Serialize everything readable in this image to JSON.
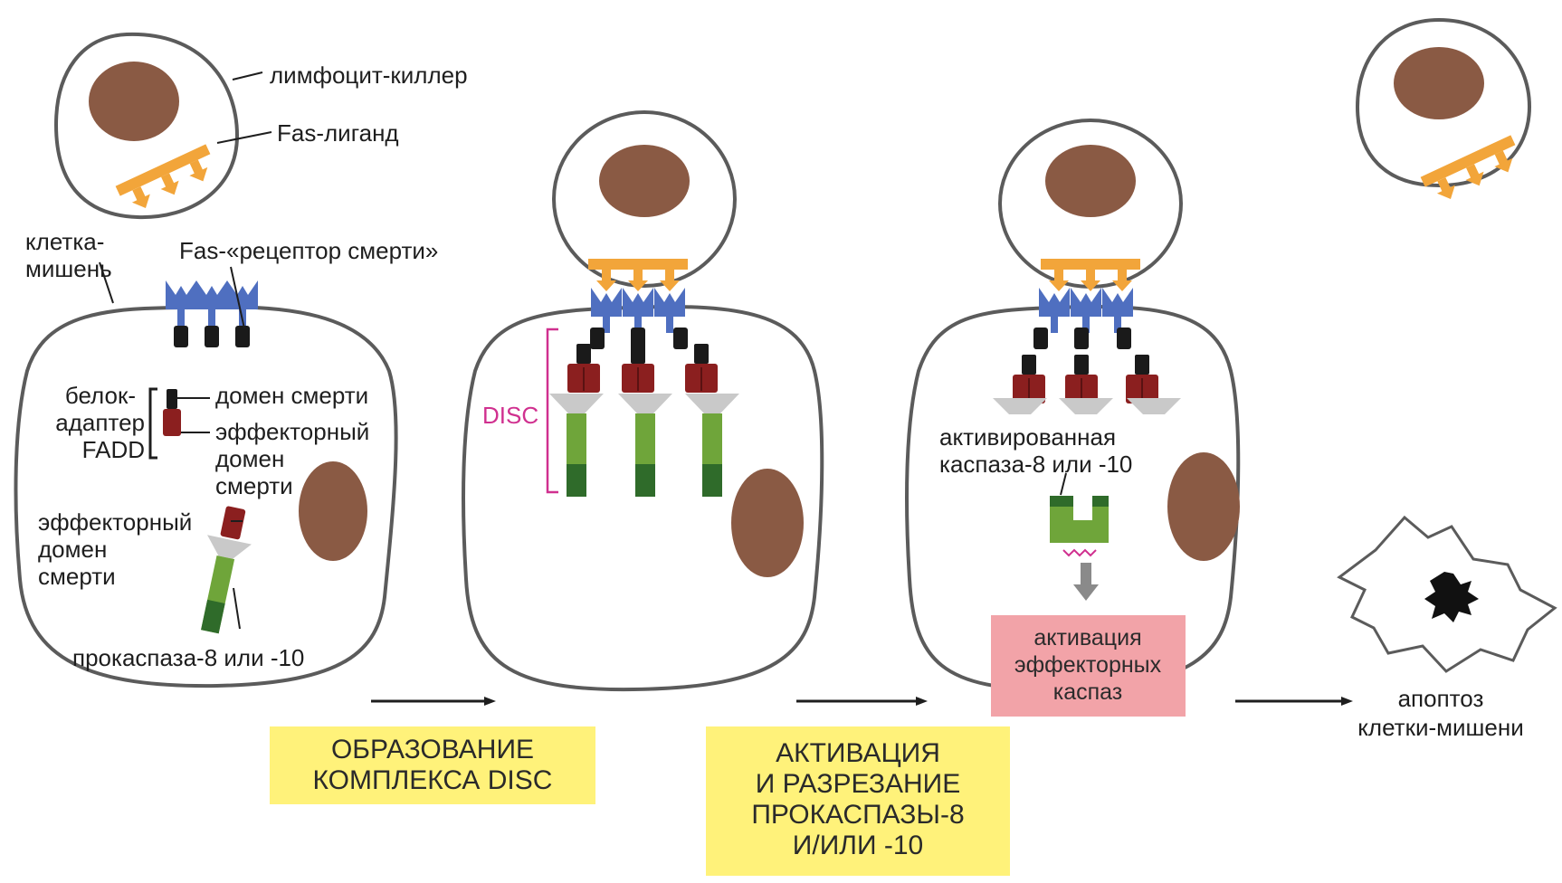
{
  "labels": {
    "killer": "лимфоцит-киллер",
    "fas_ligand": "Fas-лиганд",
    "target_line1": "клетка-",
    "target_line2": "мишень",
    "fas_receptor": "Fas-«рецептор смерти»",
    "adapter_line1": "белок-",
    "adapter_line2": "адаптер",
    "adapter_line3": "FADD",
    "death_domain": "домен смерти",
    "effector_dd_line1": "эффекторный",
    "effector_dd_line2": "домен",
    "effector_dd_line3": "смерти",
    "effector2_line1": "эффекторный",
    "effector2_line2": "домен",
    "effector2_line3": "смерти",
    "procaspase": "прокаспаза-8 или -10",
    "disc": "DISC",
    "activated_line1": "активированная",
    "activated_line2": "каспаза-8 или -10",
    "apoptosis_line1": "апоптоз",
    "apoptosis_line2": "клетки-мишени"
  },
  "steps": {
    "step1_line1": "ОБРАЗОВАНИЕ",
    "step1_line2": "КОМПЛЕКСА DISC",
    "step2_line1": "АКТИВАЦИЯ",
    "step2_line2": "И РАЗРЕЗАНИЕ",
    "step2_line3": "ПРОКАСПАЗЫ-8",
    "step2_line4": "И/ИЛИ -10"
  },
  "effector_box": {
    "line1": "активация",
    "line2": "эффекторных",
    "line3": "каспаз"
  },
  "colors": {
    "ligand": "#f2a53a",
    "receptor": "#4f6fc0",
    "death_domain": "#1a1a1a",
    "effector_domain": "#8b1f1f",
    "caspase": "#6fa53a",
    "nucleus": "#8a5a44",
    "step_box": "#fff27a",
    "effector_box": "#f2a3a8",
    "disc_bracket": "#d0308f"
  }
}
